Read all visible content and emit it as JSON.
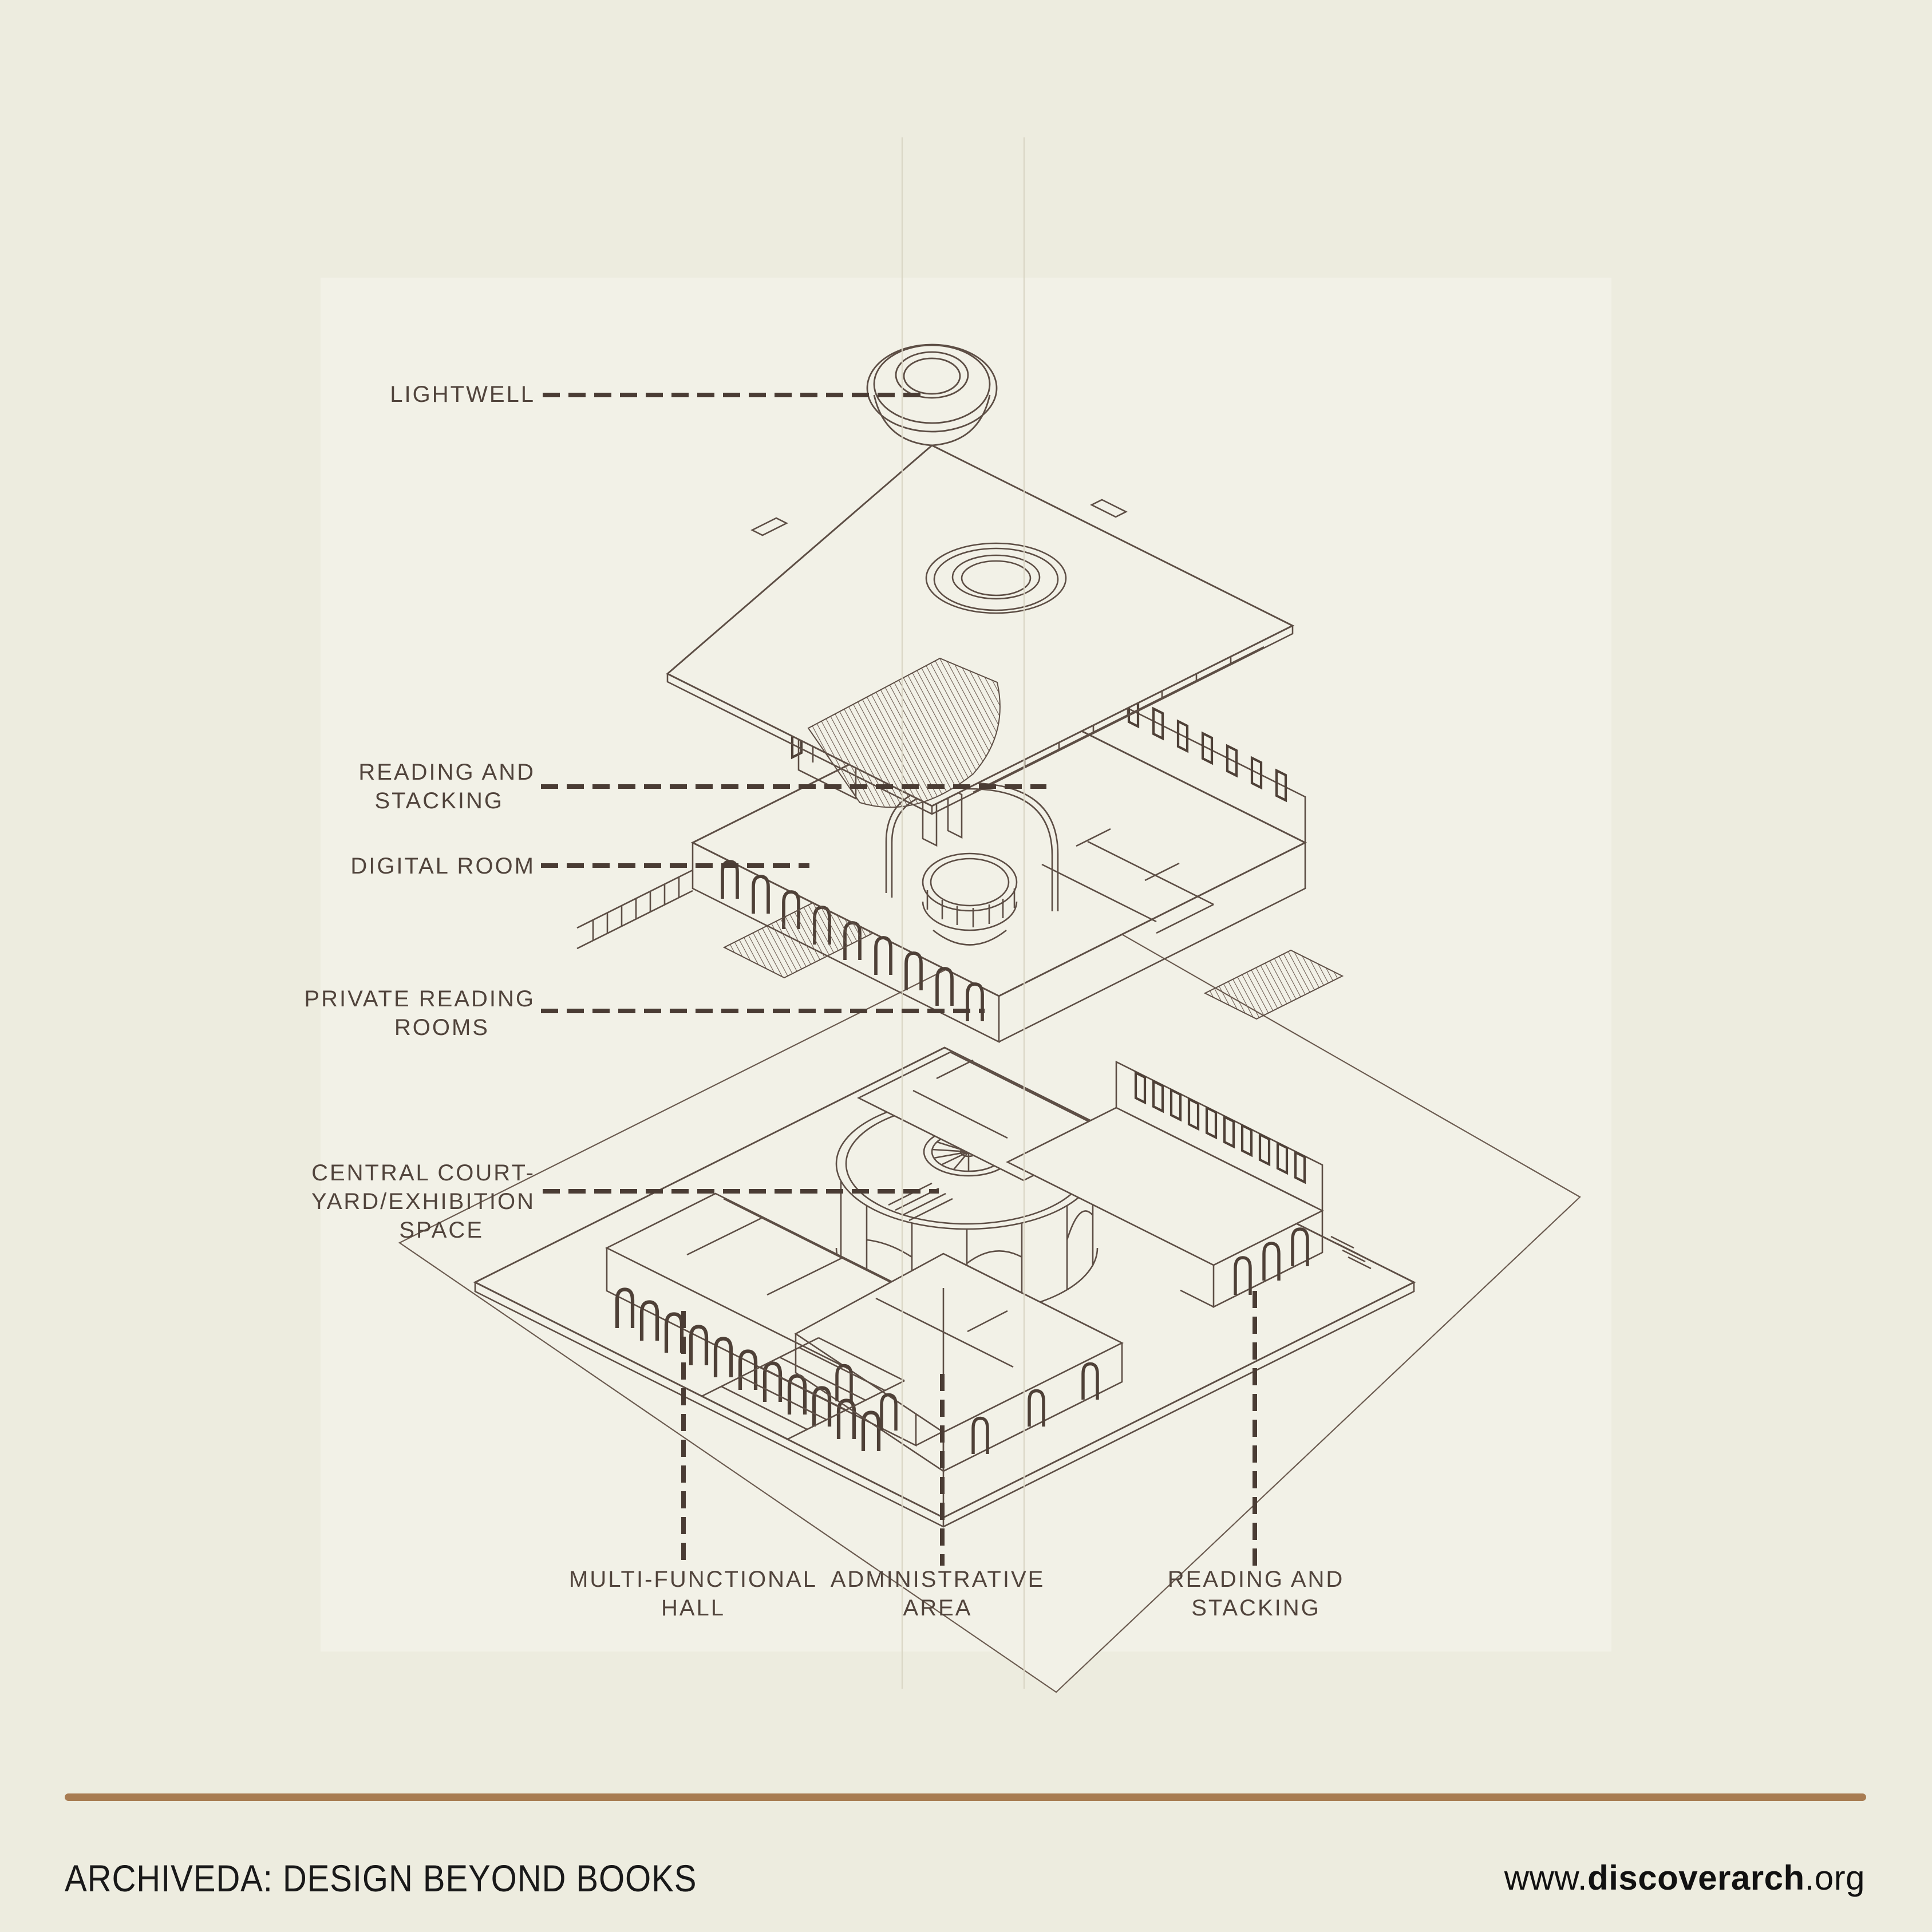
{
  "colors": {
    "page_background": "#edecdf",
    "panel_background": "#f2f1e7",
    "line": "#5d4e45",
    "line_bold": "#4e4037",
    "leader": "#4a3c34",
    "label_text": "#51443c",
    "construction_line": "#d9d5c4",
    "accent_rule": "#a87c52",
    "footer_text": "#191919"
  },
  "annotations": {
    "lightwell": {
      "text": "LIGHTWELL"
    },
    "reading_stacking_upper": {
      "line1": "READING AND",
      "line2": "STACKING"
    },
    "digital_room": {
      "text": "DIGITAL ROOM"
    },
    "private_reading": {
      "line1": "PRIVATE READING",
      "line2": "ROOMS"
    },
    "central_courtyard": {
      "line1": "CENTRAL COURT-",
      "line2": "YARD/EXHIBITION",
      "line3": "SPACE"
    },
    "multi_functional_hall": {
      "line1": "MULTI-FUNCTIONAL",
      "line2": "HALL"
    },
    "administrative_area": {
      "line1": "ADMINISTRATIVE",
      "line2": "AREA"
    },
    "reading_stacking_lower": {
      "line1": "READING AND",
      "line2": "STACKING"
    }
  },
  "footer": {
    "title": "ARCHIVEDA: DESIGN BEYOND BOOKS",
    "url_prefix": "www.",
    "url_domain": "discoverarch",
    "url_suffix": ".org"
  }
}
